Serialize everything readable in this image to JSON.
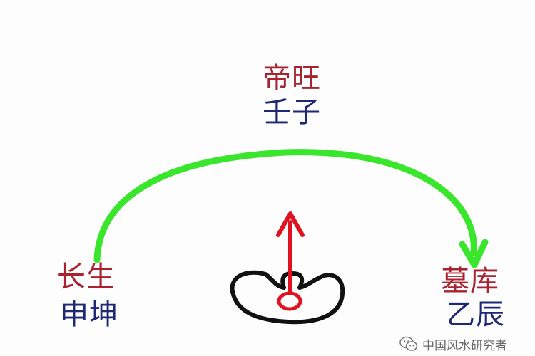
{
  "labels": {
    "top_stage": "帝旺",
    "top_direction": "壬子",
    "left_stage": "长生",
    "left_direction": "申坤",
    "right_stage": "墓库",
    "right_direction": "乙辰"
  },
  "watermark": {
    "text": "中国风水研究者"
  },
  "colors": {
    "arc": "#39e62c",
    "arrow": "#e0121f",
    "stage_text": "#a8232f",
    "direction_text": "#1f2872",
    "outline": "#111111"
  }
}
